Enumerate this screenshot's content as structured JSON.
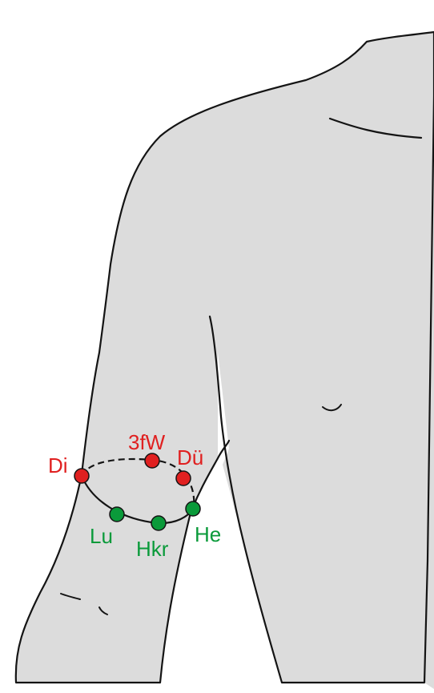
{
  "colors": {
    "body_fill": "#dcdcdc",
    "outline": "#141414",
    "yang_points": "#e02020",
    "yin_points": "#0a9a3a"
  },
  "points": {
    "yang": [
      {
        "label": "Di",
        "color": "#e02020"
      },
      {
        "label": "3fW",
        "color": "#e02020"
      },
      {
        "label": "Dü",
        "color": "#e02020"
      }
    ],
    "yin": [
      {
        "label": "Lu",
        "color": "#0a9a3a"
      },
      {
        "label": "Hkr",
        "color": "#0a9a3a"
      },
      {
        "label": "He",
        "color": "#0a9a3a"
      }
    ]
  }
}
